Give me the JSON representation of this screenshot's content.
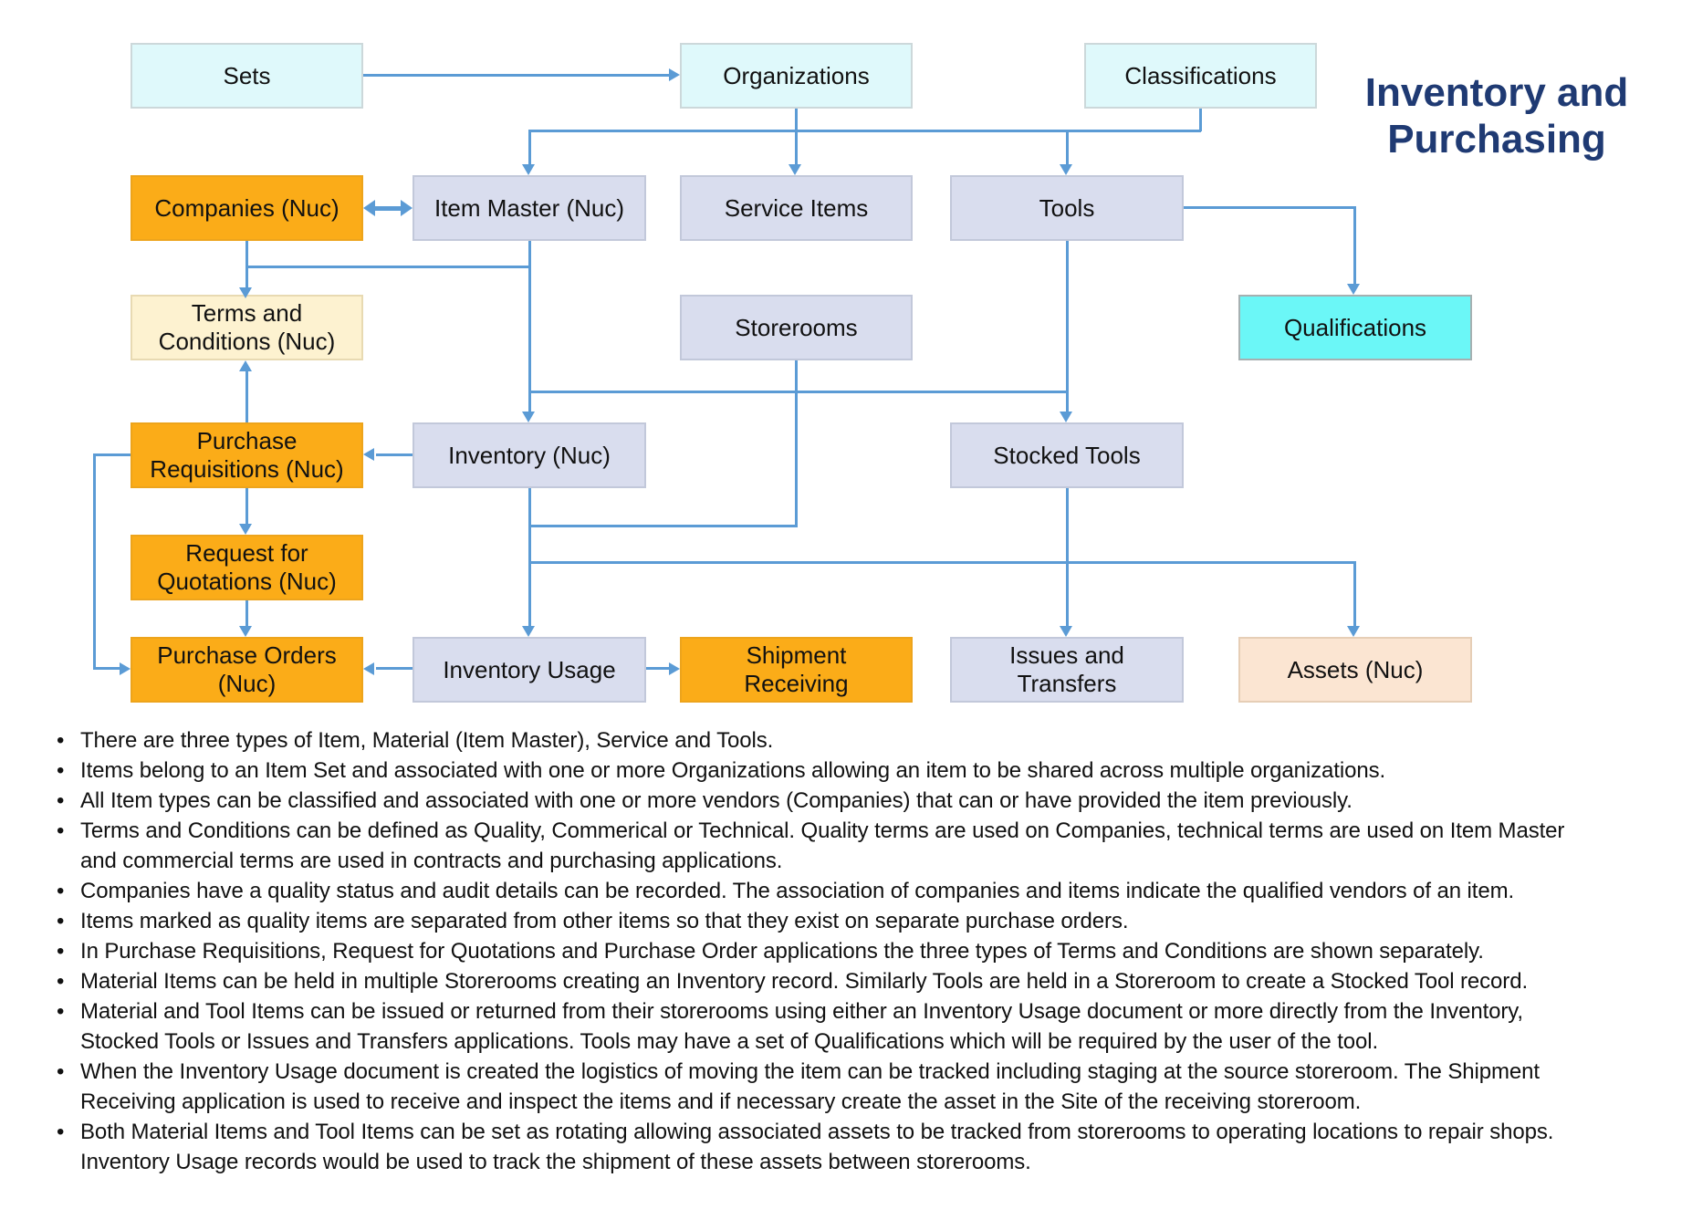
{
  "title": "Inventory and\nPurchasing",
  "bullet_char": "•",
  "palette": {
    "accent": "#5B9BD5",
    "title": "#1F3A73",
    "ink": "#111111",
    "orange": "#FBAC18",
    "lavender": "#D9DDEE",
    "paleCyan": "#DFF9FB",
    "brightCyan": "#6BF7F7",
    "cream": "#FDF2D0",
    "peach": "#FBE5D2"
  },
  "nodes": {
    "sets": {
      "label": "Sets"
    },
    "organizations": {
      "label": "Organizations"
    },
    "classifications": {
      "label": "Classifications"
    },
    "companies": {
      "label": "Companies (Nuc)"
    },
    "item_master": {
      "label": "Item Master (Nuc)"
    },
    "service_items": {
      "label": "Service Items"
    },
    "tools": {
      "label": "Tools"
    },
    "terms_and_conditions": {
      "label": "Terms and\nConditions (Nuc)"
    },
    "storerooms": {
      "label": "Storerooms"
    },
    "qualifications": {
      "label": "Qualifications"
    },
    "purchase_requisitions": {
      "label": "Purchase\nRequisitions (Nuc)"
    },
    "inventory": {
      "label": "Inventory (Nuc)"
    },
    "stocked_tools": {
      "label": "Stocked Tools"
    },
    "request_for_quotations": {
      "label": "Request for\nQuotations (Nuc)"
    },
    "purchase_orders": {
      "label": "Purchase Orders\n(Nuc)"
    },
    "inventory_usage": {
      "label": "Inventory Usage"
    },
    "shipment_receiving": {
      "label": "Shipment\nReceiving"
    },
    "issues_and_transfers": {
      "label": "Issues and\nTransfers"
    },
    "assets": {
      "label": "Assets (Nuc)"
    }
  },
  "bullets": [
    "There are three types of Item, Material (Item Master), Service and Tools.",
    "Items belong to an Item Set and associated with one or more Organizations allowing an item to be shared across multiple organizations.",
    "All Item types can be classified and associated with one or more vendors (Companies) that can or have provided the item previously.",
    "Terms and Conditions can be defined as Quality, Commerical or Technical. Quality terms are used on Companies, technical terms are used on Item Master\nand commercial terms are used in contracts and purchasing applications.",
    "Companies have a quality status and audit details can be recorded. The association of companies and items indicate the qualified vendors of an item.",
    "Items marked as quality items are separated from other items so that they exist on separate purchase orders.",
    "In Purchase Requisitions, Request for Quotations and Purchase Order applications the three types of Terms and Conditions are shown separately.",
    "Material Items can be held in multiple Storerooms creating an Inventory record. Similarly Tools are held in a Storeroom to create a Stocked Tool record.",
    "Material and Tool Items can be issued or returned from their storerooms using either an Inventory Usage document or more directly from the Inventory,\nStocked Tools or Issues and Transfers applications. Tools may have a set of Qualifications which will be required by the user of the tool.",
    "When the Inventory Usage document is created the logistics of moving the item can be tracked including staging at the source storeroom. The Shipment\nReceiving application is used to receive and inspect the items and if necessary create the asset in the Site of the receiving storeroom.",
    "Both Material Items and Tool Items can be set as rotating allowing associated assets to be tracked from storerooms to operating locations to repair shops.\nInventory Usage records would be used to track the shipment of these assets between storerooms."
  ]
}
